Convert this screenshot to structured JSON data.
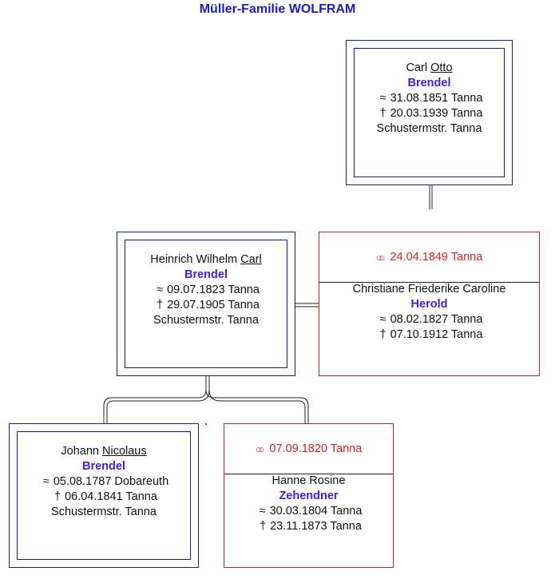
{
  "title": "Müller-Familie WOLFRAM",
  "symbols": {
    "birth": "≈",
    "death": "†",
    "marriage": "⚭"
  },
  "persons": {
    "carl_otto": {
      "given": "Carl ",
      "call": "Otto",
      "surname": "Brendel",
      "birth": "31.08.1851 Tanna",
      "death": "20.03.1939 Tanna",
      "address": "Schustermstr. Tanna"
    },
    "heinrich": {
      "given": "Heinrich Wilhelm ",
      "call": "Carl",
      "surname": "Brendel",
      "birth": "09.07.1823 Tanna",
      "death": "29.07.1905 Tanna",
      "address": "Schustermstr. Tanna"
    },
    "christiane": {
      "marriage": "24.04.1849 Tanna",
      "given": "Christiane Friederike Caroline",
      "surname": "Herold",
      "birth": "08.02.1827 Tanna",
      "death": "07.10.1912 Tanna"
    },
    "johann": {
      "given": "Johann ",
      "call": "Nicolaus",
      "surname": "Brendel",
      "birth": "05.08.1787 Dobareuth",
      "death": "06.04.1841 Tanna",
      "address": "Schustermstr. Tanna"
    },
    "hanne": {
      "marriage": "07.09.1820 Tanna",
      "given": "Hanne Rosine",
      "surname": "Zehendner",
      "birth": "30.03.1804 Tanna",
      "death": "23.11.1873 Tanna"
    }
  },
  "colors": {
    "title": "#1a1ac8",
    "person_border": "#1c1c86",
    "spouse_border": "#c0272d",
    "surname": "#4a1ad4",
    "marriage_text": "#d42020"
  }
}
